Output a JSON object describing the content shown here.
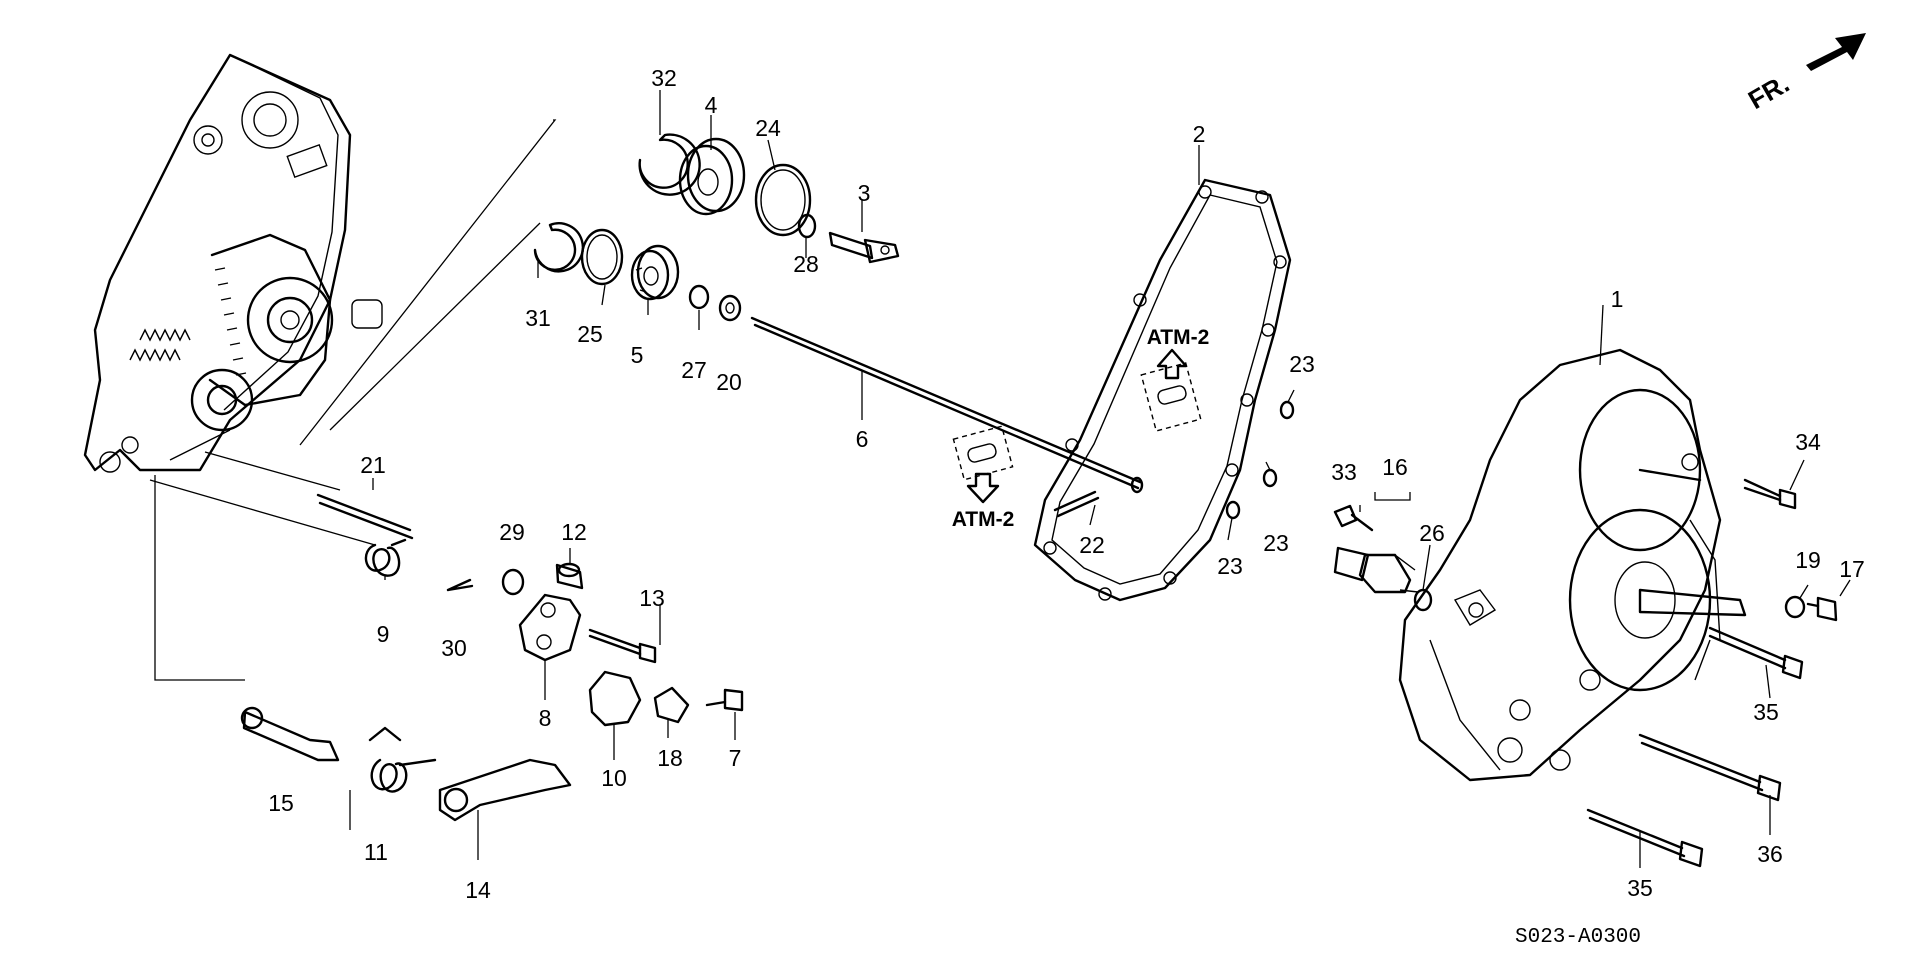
{
  "diagram_code": "S023-A0300",
  "direction_indicator": "FR.",
  "reference_labels": [
    "ATM-2",
    "ATM-2"
  ],
  "callouts": [
    {
      "id": "c1",
      "text": "1"
    },
    {
      "id": "c2",
      "text": "2"
    },
    {
      "id": "c3",
      "text": "3"
    },
    {
      "id": "c4",
      "text": "4"
    },
    {
      "id": "c5",
      "text": "5"
    },
    {
      "id": "c6",
      "text": "6"
    },
    {
      "id": "c7",
      "text": "7"
    },
    {
      "id": "c8",
      "text": "8"
    },
    {
      "id": "c9",
      "text": "9"
    },
    {
      "id": "c10",
      "text": "10"
    },
    {
      "id": "c11",
      "text": "11"
    },
    {
      "id": "c12",
      "text": "12"
    },
    {
      "id": "c13",
      "text": "13"
    },
    {
      "id": "c14",
      "text": "14"
    },
    {
      "id": "c15",
      "text": "15"
    },
    {
      "id": "c16",
      "text": "16"
    },
    {
      "id": "c17",
      "text": "17"
    },
    {
      "id": "c18",
      "text": "18"
    },
    {
      "id": "c19",
      "text": "19"
    },
    {
      "id": "c20",
      "text": "20"
    },
    {
      "id": "c21",
      "text": "21"
    },
    {
      "id": "c22",
      "text": "22"
    },
    {
      "id": "c23a",
      "text": "23"
    },
    {
      "id": "c23b",
      "text": "23"
    },
    {
      "id": "c23c",
      "text": "23"
    },
    {
      "id": "c24",
      "text": "24"
    },
    {
      "id": "c25",
      "text": "25"
    },
    {
      "id": "c26",
      "text": "26"
    },
    {
      "id": "c27",
      "text": "27"
    },
    {
      "id": "c28",
      "text": "28"
    },
    {
      "id": "c29",
      "text": "29"
    },
    {
      "id": "c30",
      "text": "30"
    },
    {
      "id": "c31",
      "text": "31"
    },
    {
      "id": "c32",
      "text": "32"
    },
    {
      "id": "c33",
      "text": "33"
    },
    {
      "id": "c34",
      "text": "34"
    },
    {
      "id": "c35a",
      "text": "35"
    },
    {
      "id": "c35b",
      "text": "35"
    },
    {
      "id": "c36",
      "text": "36"
    }
  ]
}
